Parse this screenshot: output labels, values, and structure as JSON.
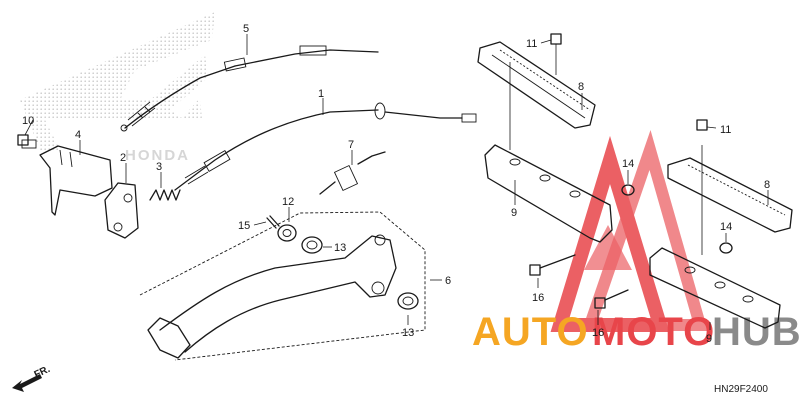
{
  "diagram": {
    "code": "HN29F2400",
    "direction_label": "FR.",
    "parts": [
      {
        "id": "p1",
        "number": "1"
      },
      {
        "id": "p2",
        "number": "2"
      },
      {
        "id": "p3",
        "number": "3"
      },
      {
        "id": "p4",
        "number": "4"
      },
      {
        "id": "p5",
        "number": "5"
      },
      {
        "id": "p6",
        "number": "6"
      },
      {
        "id": "p7",
        "number": "7"
      },
      {
        "id": "p8a",
        "number": "8"
      },
      {
        "id": "p8b",
        "number": "8"
      },
      {
        "id": "p9a",
        "number": "9"
      },
      {
        "id": "p9b",
        "number": "9"
      },
      {
        "id": "p10",
        "number": "10"
      },
      {
        "id": "p11a",
        "number": "11"
      },
      {
        "id": "p11b",
        "number": "11"
      },
      {
        "id": "p12",
        "number": "12"
      },
      {
        "id": "p13a",
        "number": "13"
      },
      {
        "id": "p13b",
        "number": "13"
      },
      {
        "id": "p14a",
        "number": "14"
      },
      {
        "id": "p14b",
        "number": "14"
      },
      {
        "id": "p15",
        "number": "15"
      },
      {
        "id": "p16a",
        "number": "16"
      },
      {
        "id": "p16b",
        "number": "16"
      }
    ]
  },
  "watermark": {
    "brand_part1": "AUTO",
    "brand_part2": "MOTO",
    "brand_part3": "HUB",
    "logo_text": "HONDA",
    "colors": {
      "red": "#e8454a",
      "orange": "#f5a623",
      "grey": "#8a8a8a"
    }
  }
}
